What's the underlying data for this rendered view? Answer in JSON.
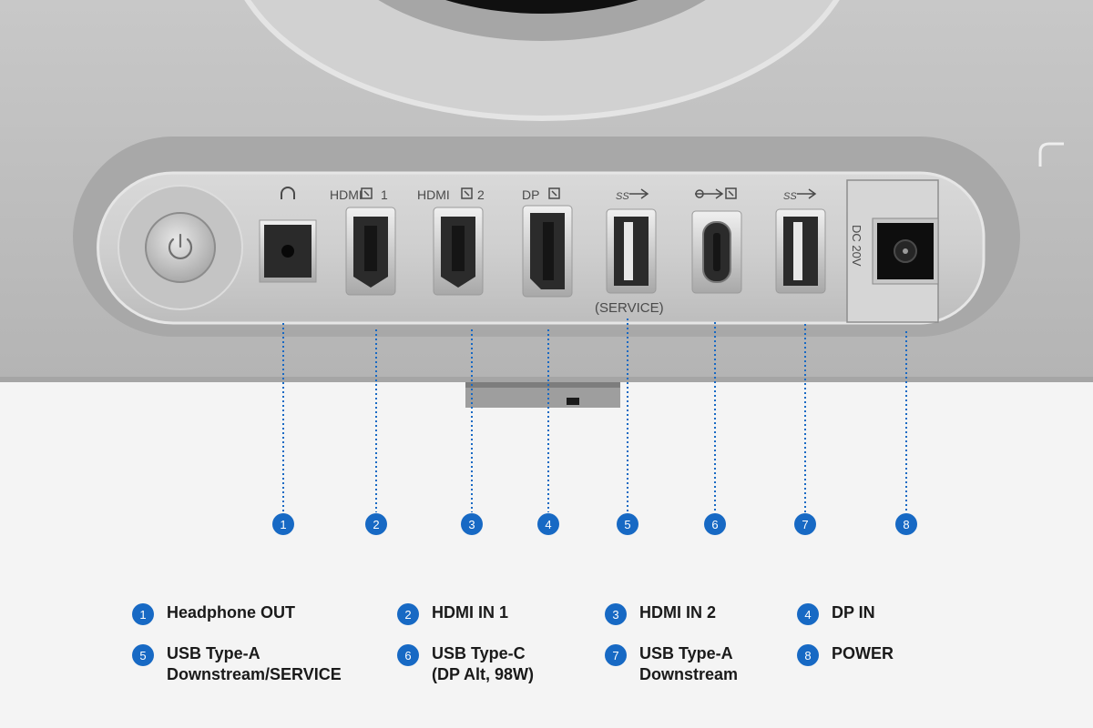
{
  "device": {
    "port_labels": {
      "headphone": "",
      "hdmi1": "HDMI",
      "hdmi1_num": "1",
      "hdmi2": "HDMI",
      "hdmi2_num": "2",
      "dp": "DP",
      "usb_a1": "SS",
      "usb_c": "",
      "usb_a2": "SS",
      "service": "(SERVICE)",
      "dc": "DC 20V"
    }
  },
  "callouts": [
    "1",
    "2",
    "3",
    "4",
    "5",
    "6",
    "7",
    "8"
  ],
  "legend": [
    {
      "num": "1",
      "label": "Headphone OUT"
    },
    {
      "num": "2",
      "label": "HDMI IN 1"
    },
    {
      "num": "3",
      "label": "HDMI IN 2"
    },
    {
      "num": "4",
      "label": "DP IN"
    },
    {
      "num": "5",
      "label": "USB Type-A\nDownstream/SERVICE"
    },
    {
      "num": "6",
      "label": "USB Type-C\n(DP Alt, 98W)"
    },
    {
      "num": "7",
      "label": "USB Type-A\nDownstream"
    },
    {
      "num": "8",
      "label": "POWER"
    }
  ],
  "colors": {
    "accent": "#1769c4",
    "background": "#f4f4f4",
    "housing": "#bdbdbd"
  }
}
